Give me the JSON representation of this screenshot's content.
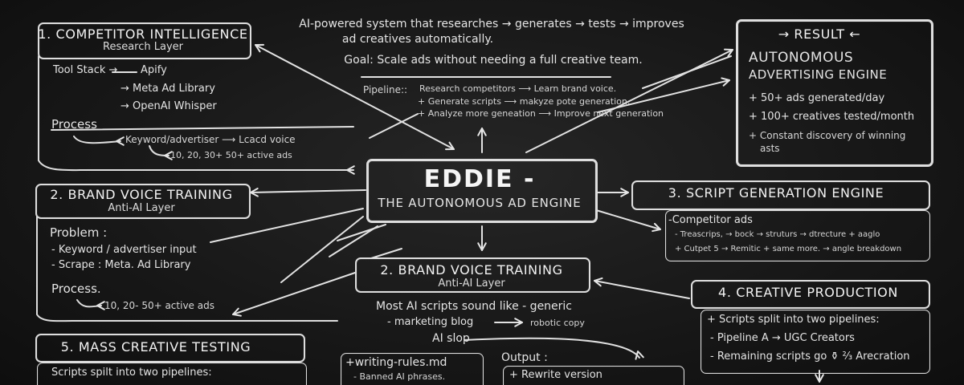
{
  "intro": {
    "line1": "AI-powered system that researches → generates → tests → improves",
    "line2": "ad creatives automatically.",
    "goal": "Goal: Scale ads without needing a full creative team."
  },
  "pipeline": {
    "label": "Pipeline::",
    "row1": "Research competitors ⟶ Learn brand voice.",
    "row2": "+ Generate scripts ⟶ makyze pote generation.",
    "row3": "+ Analyze more geneation ⟶ Improve next generation"
  },
  "center": {
    "title": "EDDIE -",
    "subtitle": "THE AUTONOMOUS AD ENGINE"
  },
  "competitor": {
    "title": "1. COMPETITOR INTELLIGENCE",
    "subtitle": "Research Layer",
    "tool_stack": "Tool Stack →",
    "tools": [
      "Apify",
      "→ Meta Ad Library",
      "→ OpenAI Whisper"
    ],
    "process_label": "Process",
    "step1": "Keyword/advertiser ⟶ Lcacd voice",
    "step2": "10, 20, 30+ 50+ active ads"
  },
  "result": {
    "title": "→ RESULT ←",
    "heading1": "AUTONOMOUS",
    "heading2": "ADVERTISING ENGINE",
    "items": [
      "+ 50+ ads generated/day",
      "+ 100+ creatives tested/month",
      "+ Constant discovery of winning",
      "asts"
    ]
  },
  "brand_left": {
    "title": "2. BRAND VOICE TRAINING",
    "subtitle": "Anti-AI Layer",
    "problem_label": "Problem :",
    "problem_items": [
      "- Keyword / advertiser input",
      "- Scrape : Meta. Ad Library"
    ],
    "process_label": "Process.",
    "process_step": "10, 20- 50+ active ads"
  },
  "script_gen": {
    "title": "3. SCRIPT GENERATION ENGINE",
    "lead": "-Competitor ads",
    "row1": "- Treascrips, → bock → struturs → dtrecture + aaglo",
    "row2": "+ Cutpet 5 → Remitic + same more. → angle breakdown"
  },
  "brand_mid": {
    "title": "2. BRAND VOICE TRAINING",
    "subtitle": "Anti-AI Layer",
    "line1": "Most AI scripts sound like - generic",
    "line2": "- marketing blog",
    "line2b": "robotic copy",
    "line3": "AI slop"
  },
  "creative": {
    "title": "4. CREATIVE PRODUCTION",
    "items": [
      "+ Scripts split into two pipelines:",
      "- Pipeline A → UGC Creators",
      "- Remaining scripts go ⚱ ⅔ Arecration"
    ]
  },
  "testing": {
    "title": "5. MASS CREATIVE TESTING",
    "line1": "Scripts spilt into two pipelines:"
  },
  "rules": {
    "file": "+writing-rules.md",
    "item1": "- Banned AI phrases."
  },
  "output": {
    "label": "Output :",
    "item1": "+ Rewrite version"
  }
}
